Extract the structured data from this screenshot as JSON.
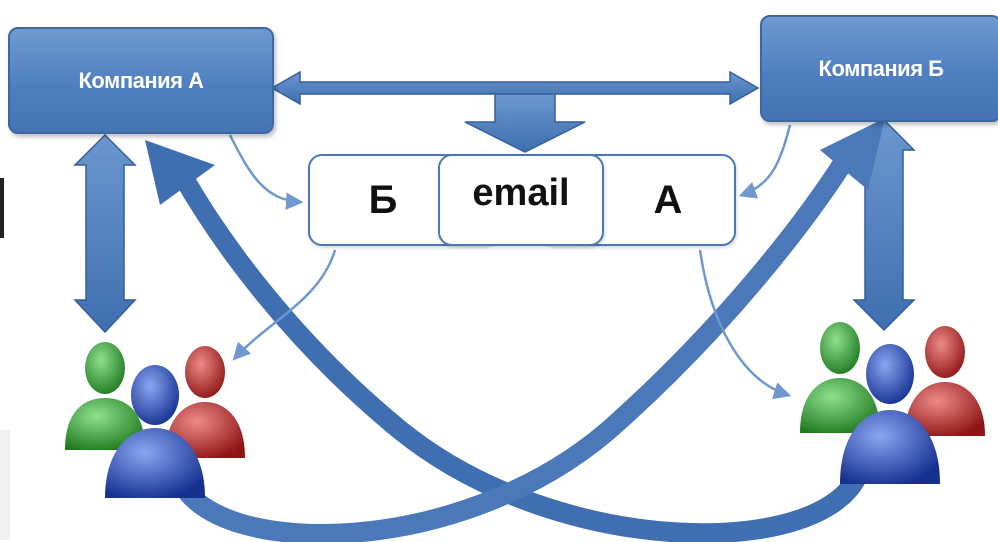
{
  "diagram": {
    "company_a": "Компания А",
    "company_b": "Компания Б",
    "envelope": {
      "left_letter": "Б",
      "center_label": "email",
      "right_letter": "А"
    }
  },
  "icons": {
    "left_group": "user-group-icon",
    "right_group": "user-group-icon",
    "person_colors": [
      "#2e9b2e",
      "#2346b8",
      "#c42a2a"
    ]
  },
  "colors": {
    "box": "#4f7fc0",
    "arrow": "#4a78b8",
    "thin_arrow": "#6e98cf"
  }
}
